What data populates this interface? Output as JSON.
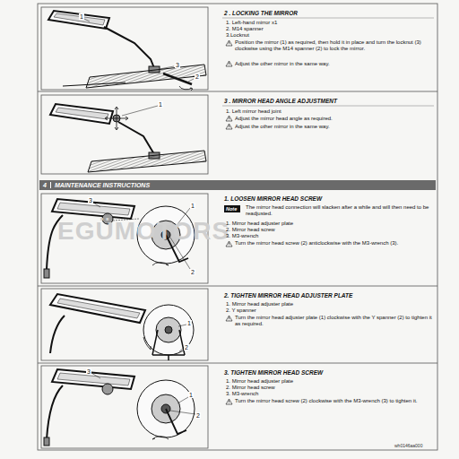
{
  "diagram": {
    "nodes": [
      {
        "text": [
          "4",
          "MAINTENANCE INSTRUCTIONS"
        ]
      },
      {
        "text": [
          "Note"
        ]
      }
    ],
    "labels": [
      "2 . LOCKING THE MIRROR",
      "1. Left-hand mirror x1",
      "2. M14 spanner",
      "3.Locknut",
      "Position the mirror (1) as required, then hold it in place and turn the locknut (3) clockwise using the M14 spanner (2) to lock the mirror.",
      "Adjust the other mirror in the same way.",
      "1",
      "2",
      "3",
      "3 . MIRROR HEAD ANGLE ADJUSTMENT",
      "1. Left mirror head joint",
      "Adjust the mirror head angle as required.",
      "Adjust the other mirror in the same way.",
      "1",
      "1. LOOSEN MIRROR HEAD SCREW",
      "The mirror head connection will slacken after a while and will then need to be readjusted.",
      "1. Mirror head adjuster plate",
      "2. Mirror head screw",
      "3. M3-wrench",
      "Turn the mirror head screw (2) anticlockwise with the M3-wrench (3).",
      "3",
      "1",
      "2",
      "2. TIGHTEN MIRROR HEAD ADJUSTER PLATE",
      "1. Mirror head adjuster plate",
      "2. Y spanner",
      "Turn the mirror head adjuster plate (1) clockwise with the Y spanner (2) to tighten it as required.",
      "1",
      "2",
      "3. TIGHTEN MIRROR HEAD SCREW",
      "1. Mirror head adjuster plate",
      "2. Mirror head screw",
      "3. M3-wrench",
      "Turn the mirror head screw (2) clockwise with the M3-wrench (3) to tighten it.",
      "3",
      "1",
      "2",
      "EGÜMOTORS",
      "wh0146aa000"
    ]
  }
}
